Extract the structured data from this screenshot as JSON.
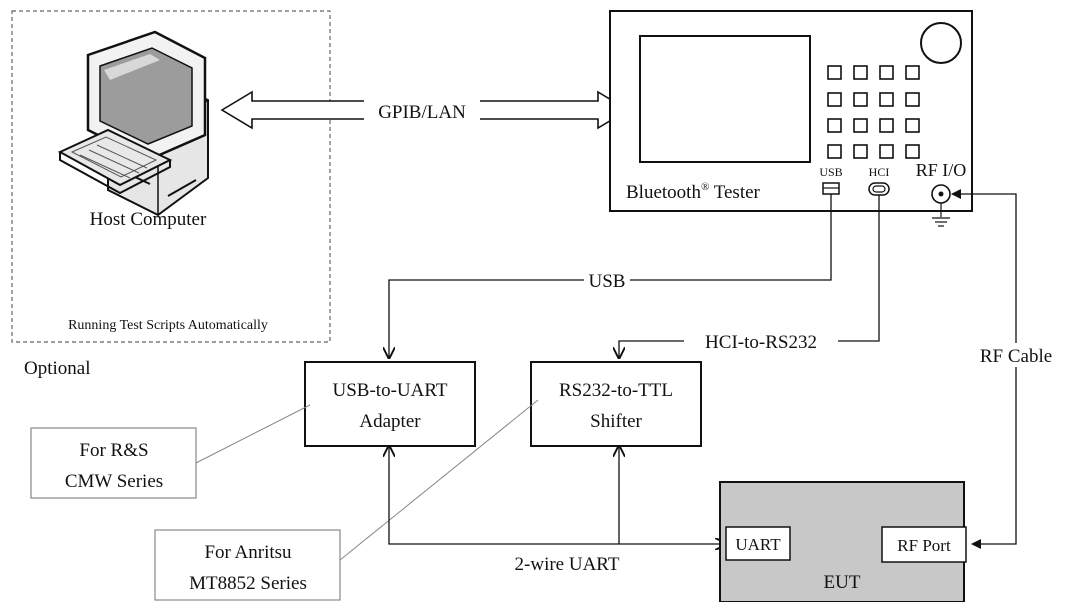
{
  "host": {
    "label": "Host Computer",
    "caption": "Running Test Scripts Automatically",
    "optional_label": "Optional"
  },
  "links": {
    "gpib": "GPIB/LAN",
    "usb": "USB",
    "hci_rs232": "HCI-to-RS232",
    "rf_cable": "RF Cable",
    "uart": "2-wire UART"
  },
  "tester": {
    "label": "Bluetooth",
    "trademark": "®",
    "label_suffix": " Tester",
    "port_usb": "USB",
    "port_hci": "HCI",
    "port_rf": "RF I/O"
  },
  "boxes": {
    "usb_uart_line1": "USB-to-UART",
    "usb_uart_line2": "Adapter",
    "rs232_line1": "RS232-to-TTL",
    "rs232_line2": "Shifter"
  },
  "notes": {
    "rs_line1": "For R&S",
    "rs_line2": "CMW Series",
    "anritsu_line1": "For Anritsu",
    "anritsu_line2": "MT8852 Series"
  },
  "eut": {
    "label": "EUT",
    "uart": "UART",
    "rf_port": "RF Port"
  },
  "colors": {
    "line": "#111111",
    "eut_fill": "#c8c8c8",
    "note_border": "#888888",
    "dashed_border": "#666666"
  }
}
